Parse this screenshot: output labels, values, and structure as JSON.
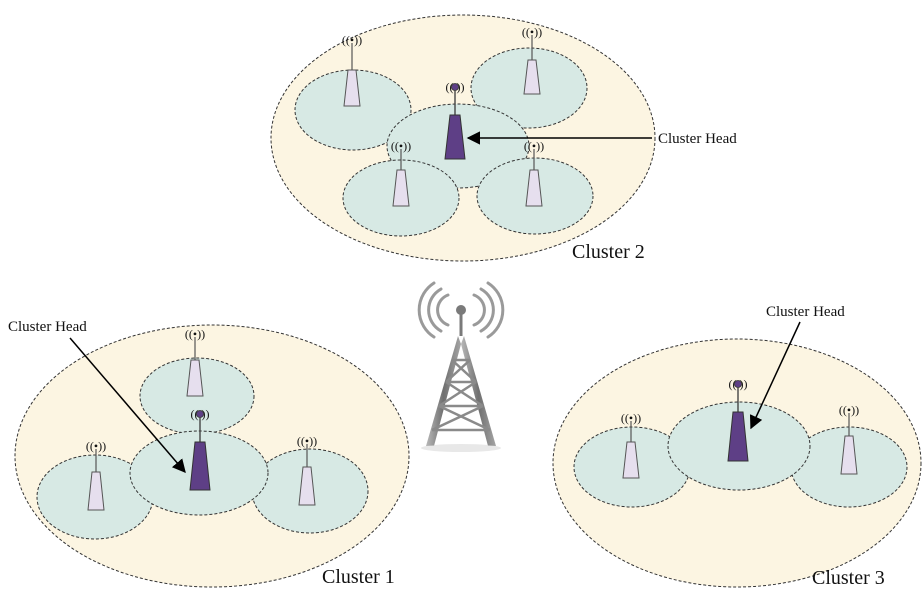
{
  "diagram": {
    "clusters": [
      {
        "label": "Cluster 2",
        "head_label": "Cluster Head"
      },
      {
        "label": "Cluster 1",
        "head_label": "Cluster Head"
      },
      {
        "label": "Cluster 3",
        "head_label": "Cluster Head"
      }
    ],
    "colors": {
      "cluster_fill": "#fcf5e2",
      "coverage_fill": "#d7e9e4",
      "node_fill": "#e6dfee",
      "head_fill": "#5e3f86",
      "tower_fill": "#8a8a8a",
      "outline": "#333333"
    },
    "icons": [
      "base-station-tower-icon",
      "sensor-node-icon",
      "cluster-head-node-icon",
      "radio-wave-icon"
    ]
  }
}
